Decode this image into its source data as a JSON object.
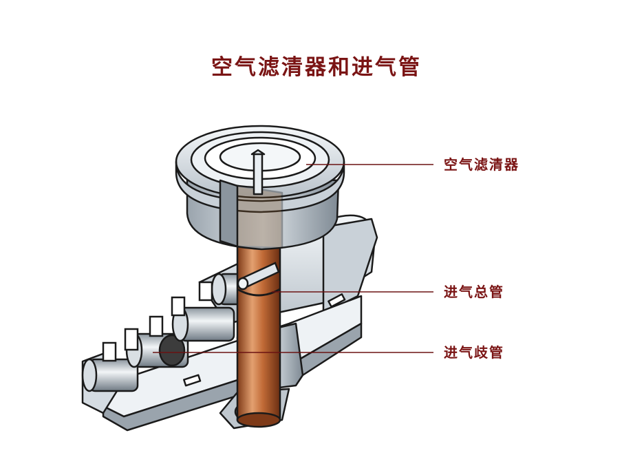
{
  "title": "空气滤清器和进气管",
  "labels": {
    "air_filter": "空气滤清器",
    "intake_main_pipe": "进气总管",
    "intake_manifold": "进气歧管"
  },
  "colors": {
    "text": "#7a1414",
    "leader": "#6b1212",
    "outline": "#1a1a1a",
    "metal_light": "#e9eef2",
    "metal_mid": "#b9c2ca",
    "metal_dark": "#6f7a84",
    "copper_light": "#e3a070",
    "copper_mid": "#c06a36",
    "copper_dark": "#7e3a18"
  }
}
